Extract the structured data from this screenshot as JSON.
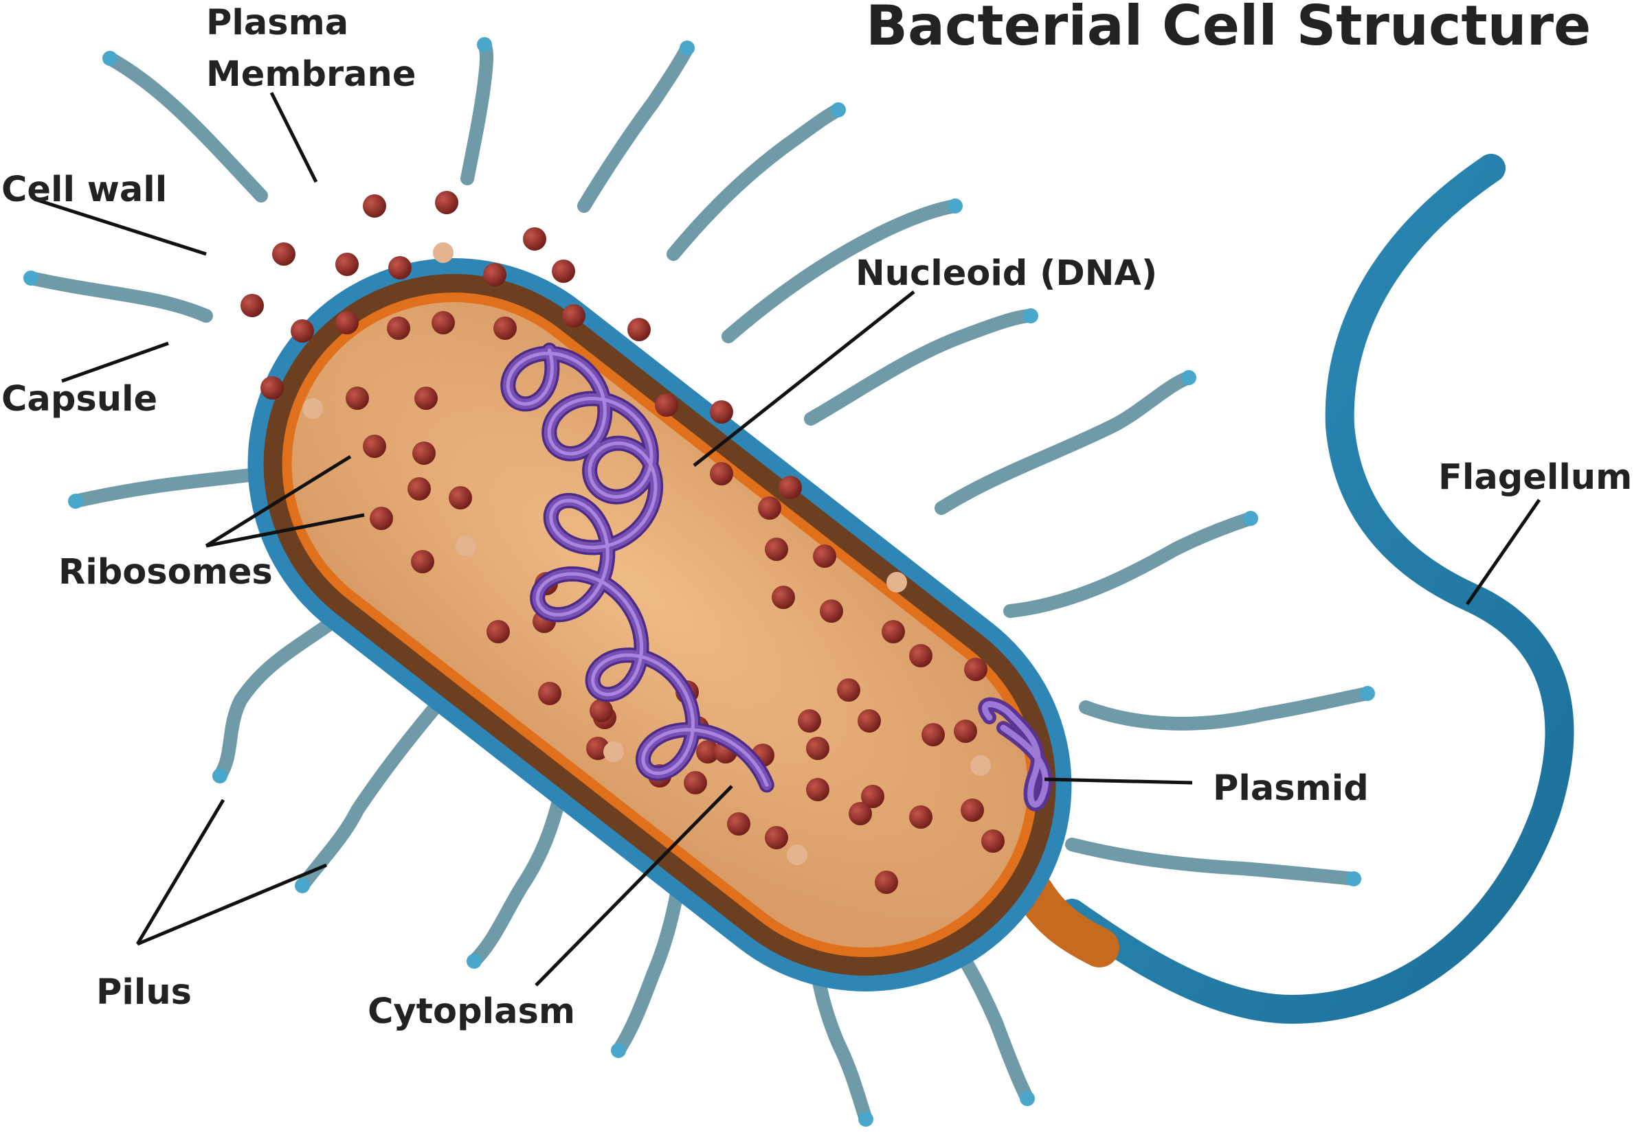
{
  "title": "Bacterial Cell Structure",
  "labels": {
    "plasma_membrane_line1": "Plasma",
    "plasma_membrane_line2": "Membrane",
    "cell_wall": "Cell wall",
    "capsule": "Capsule",
    "ribosomes": "Ribosomes",
    "pilus": "Pilus",
    "cytoplasm": "Cytoplasm",
    "nucleoid": "Nucleoid (DNA)",
    "flagellum": "Flagellum",
    "plasmid": "Plasmid"
  },
  "colors": {
    "capsule": "#2e86b6",
    "cell_wall": "#6b3f1f",
    "plasma_membrane": "#e0701c",
    "cytoplasm": "#e0a874",
    "pilus": "#6f9aa8",
    "pilus_tip": "#4aa7cc",
    "ribosome": "#8a2a24",
    "ribosome_pale": "#e0b090",
    "dna": "#7a4fb4",
    "flagellum": "#237fa8",
    "leader": "#111111"
  }
}
